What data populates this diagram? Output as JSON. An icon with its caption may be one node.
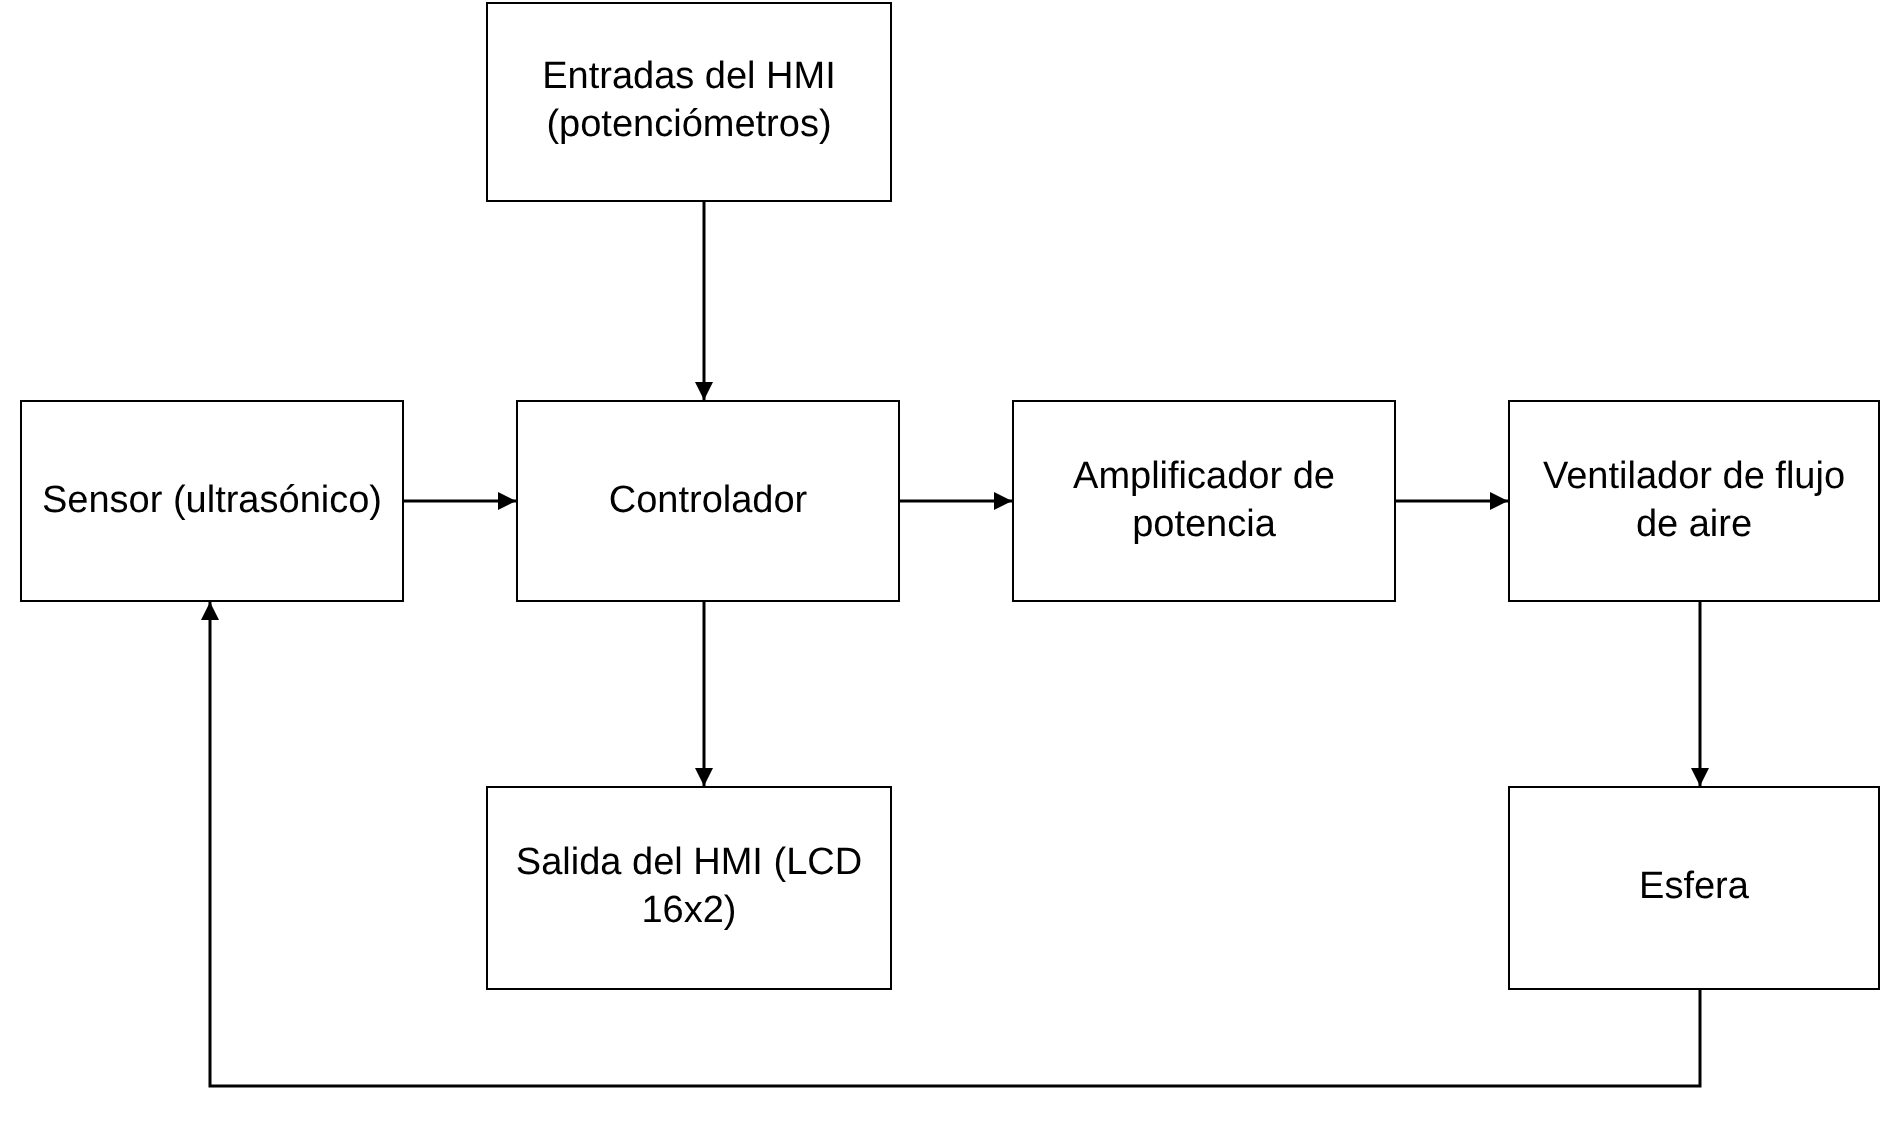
{
  "diagram": {
    "nodes": [
      {
        "text": [
          "Entradas del HMI (potenciómetros)"
        ]
      },
      {
        "text": [
          "Sensor (ultrasónico)"
        ]
      },
      {
        "text": [
          "Controlador"
        ]
      },
      {
        "text": [
          "Amplificador de potencia"
        ]
      },
      {
        "text": [
          "Ventilador de flujo de aire"
        ]
      },
      {
        "text": [
          "Salida del HMI (LCD 16x2)"
        ]
      },
      {
        "text": [
          "Esfera"
        ]
      }
    ],
    "edges": [
      {
        "from": 0,
        "to": 2,
        "arrow": "to"
      },
      {
        "from": 1,
        "to": 2,
        "arrow": "to"
      },
      {
        "from": 2,
        "to": 3,
        "arrow": "to"
      },
      {
        "from": 3,
        "to": 4,
        "arrow": "to"
      },
      {
        "from": 2,
        "to": 5,
        "arrow": "to"
      },
      {
        "from": 4,
        "to": 6,
        "arrow": "to"
      },
      {
        "from": 6,
        "to": 1,
        "arrow": "to"
      }
    ]
  }
}
